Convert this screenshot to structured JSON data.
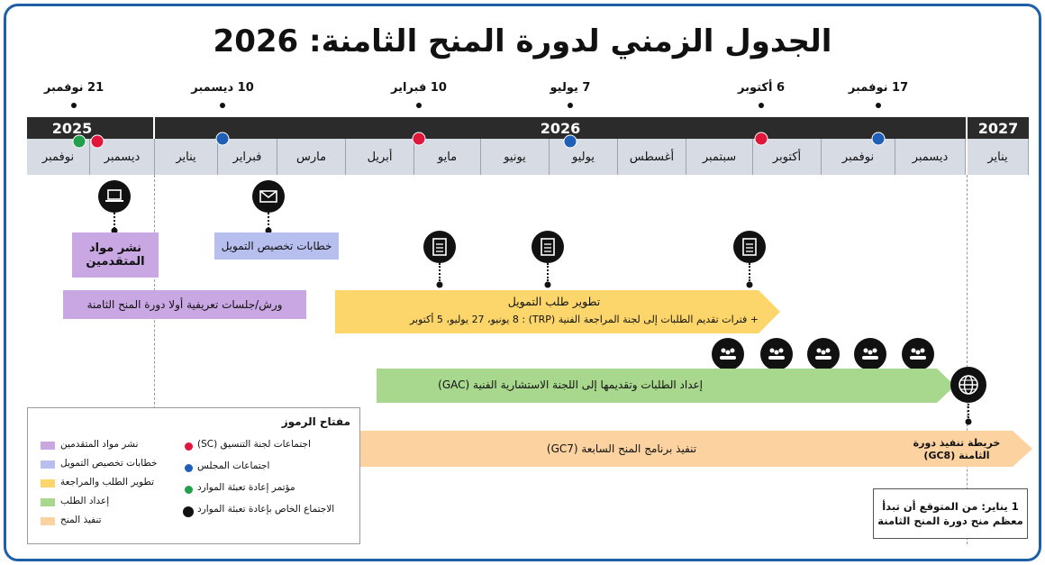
{
  "title": "الجدول الزمني لدورة المنح الثامنة: 2026",
  "dates": {
    "d1": "21 نوفمبر",
    "d2": "10 ديسمبر",
    "d3": "10 فبراير",
    "d4": "7 يوليو",
    "d5": "6 أكتوبر",
    "d6": "17 نوفمبر"
  },
  "years": {
    "y2025": "2025",
    "y2026": "2026",
    "y2027": "2027"
  },
  "months": [
    "نوفمبر",
    "ديسمبر",
    "يناير",
    "فبراير",
    "مارس",
    "أبريل",
    "مايو",
    "يونيو",
    "يوليو",
    "أغسطس",
    "سبتمبر",
    "أكتوبر",
    "نوفمبر",
    "ديسمبر",
    "يناير"
  ],
  "colors": {
    "red": "#e0163a",
    "blue": "#1f5fb8",
    "green": "#22a04b",
    "purple": "#c9a7e3",
    "periwinkle": "#b7bfef",
    "yellow": "#fcd66a",
    "lightgreen": "#a8d88d",
    "peach": "#fcd3a0"
  },
  "boxes": {
    "publish_materials": "نشر مواد المتقدمين",
    "funding_letters": "خطابات تخصيص التمويل",
    "workshops": "ورش/جلسات تعريفية أولا دورة المنح الثامنة",
    "dev_title": "تطوير طلب التمويل",
    "dev_sub": "+ فترات تقديم الطلبات إلى لجنة المراجعة الفنية (TRP) : 8 يونيو، 27 يوليو، 5 أكتوبر",
    "gac": "إعداد الطلبات وتقديمها إلى اللجنة الاستشارية الفنية (GAC)",
    "gc7": "تنفيذ برنامج المنح السابعة (GC7)",
    "gc8": "خريطة تنفيذ دورة الثامنة (GC8)",
    "jan_note": "1 يناير: من المتوقع أن تبدأ معظم منح دورة المنح الثامنة"
  },
  "legend": {
    "title": "مفتاح الرموز",
    "sc": "اجتماعات لجنة التنسيق (SC)",
    "board": "اجتماعات المجلس",
    "conf": "مؤتمر إعادة تعبئة الموارد",
    "special": "الاجتماع الخاص بإعادة تعبئة الموارد",
    "l_publish": "نشر مواد المتقدمين",
    "l_funding": "خطابات تخصيص التمويل",
    "l_dev": "تطوير الطلب والمراجعة",
    "l_prep": "إعداد الطلب",
    "l_impl": "تنفيذ المنح"
  }
}
